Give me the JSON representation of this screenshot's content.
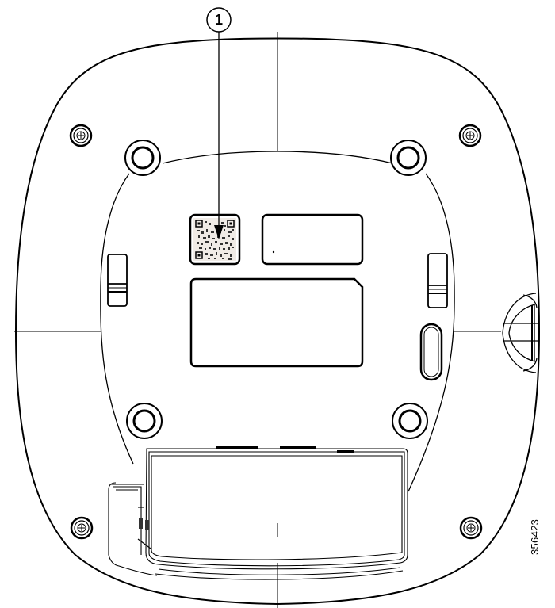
{
  "figure": {
    "subject": "Access point underside view",
    "callouts": [
      {
        "number": "1",
        "target": "QR code label"
      }
    ],
    "figure_number": "356423"
  },
  "colors": {
    "line": "#000000",
    "background": "#ffffff"
  }
}
